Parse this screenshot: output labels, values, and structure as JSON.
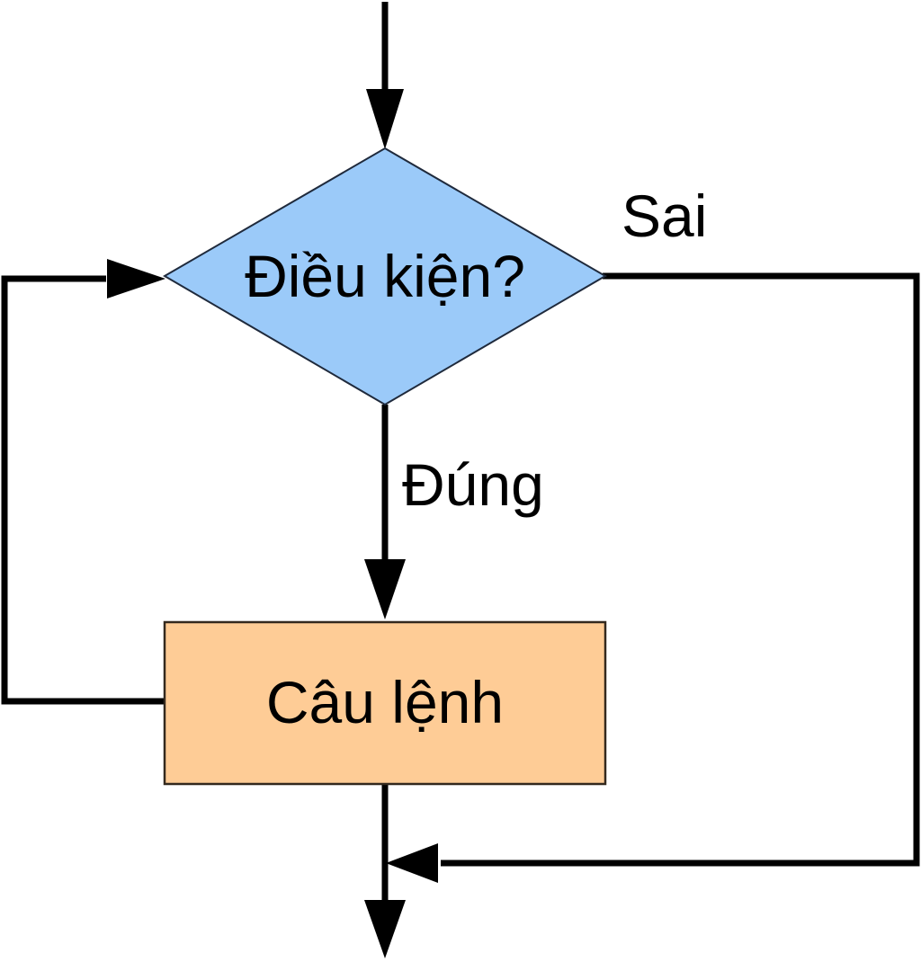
{
  "colors": {
    "background": "#FFFFFF",
    "connector": "#000000",
    "arrowhead": "#000000",
    "decision_fill": "#9BCAF9",
    "decision_stroke": "#1F2A3C",
    "process_fill": "#FECC96",
    "process_stroke": "#33291E",
    "text": "#000000"
  },
  "nodes": {
    "decision": {
      "shape": "diamond",
      "label": "Điều kiện?"
    },
    "process": {
      "shape": "rectangle",
      "label": "Câu lệnh"
    }
  },
  "edges": {
    "entry": {
      "to": "decision"
    },
    "true_branch": {
      "label": "Đúng",
      "from": "decision",
      "to": "process"
    },
    "false_branch": {
      "label": "Sai",
      "from": "decision",
      "to": "exit"
    },
    "loop_back": {
      "from": "process",
      "to": "decision"
    },
    "exit": {
      "from": "process"
    }
  }
}
